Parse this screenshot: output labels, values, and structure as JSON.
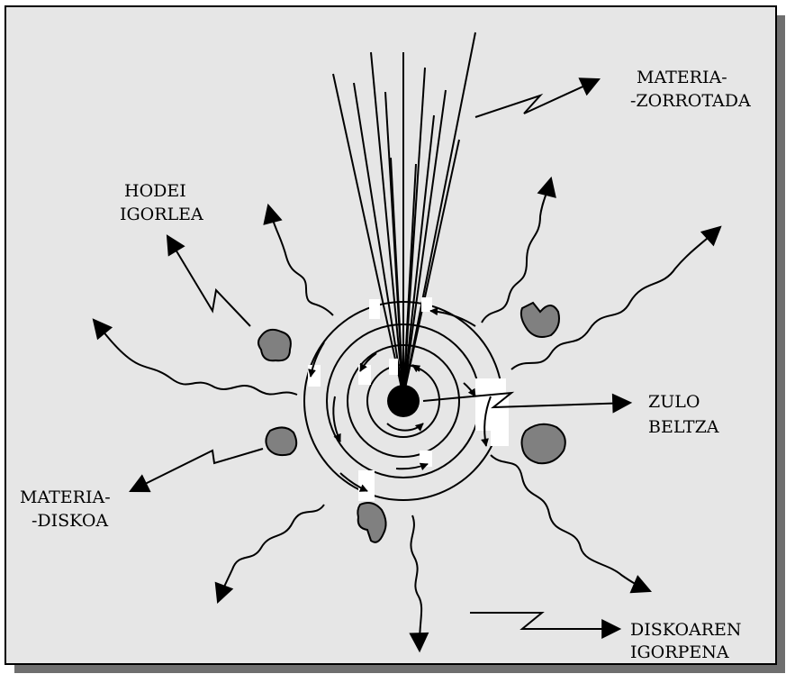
{
  "labels": {
    "jet_line1": "MATERIA-",
    "jet_line2": "-ZORROTADA",
    "cloud_line1": "HODEI",
    "cloud_line2": "IGORLEA",
    "hole_line1": "ZULO",
    "hole_line2": "BELTZA",
    "disk_line1": "MATERIA-",
    "disk_line2": "-DISKOA",
    "emission_line1": "DISKOAREN",
    "emission_line2": "IGORPENA"
  },
  "colors": {
    "background": "#e6e6e6",
    "shadow": "#6f6f6f",
    "cloud_fill": "#808080",
    "ink": "#000000"
  }
}
